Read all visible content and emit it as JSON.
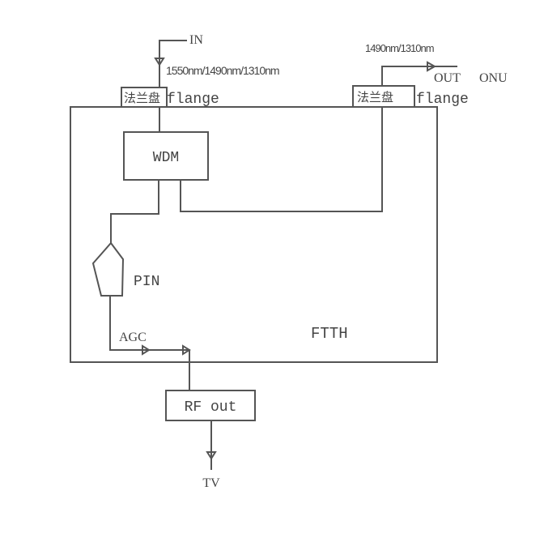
{
  "diagram": {
    "title": "FTTH",
    "input": {
      "label": "IN",
      "wavelengths": "1550nm/1490nm/1310nm"
    },
    "output": {
      "label": "OUT",
      "device": "ONU",
      "wavelengths": "1490nm/1310nm"
    },
    "flange_left": {
      "chinese": "法兰盘",
      "english": "flange"
    },
    "flange_right": {
      "chinese": "法兰盘",
      "english": "flange"
    },
    "blocks": {
      "wdm": "WDM",
      "pin": "PIN",
      "agc": "AGC",
      "rf_out": "RF out",
      "tv": "TV"
    }
  }
}
